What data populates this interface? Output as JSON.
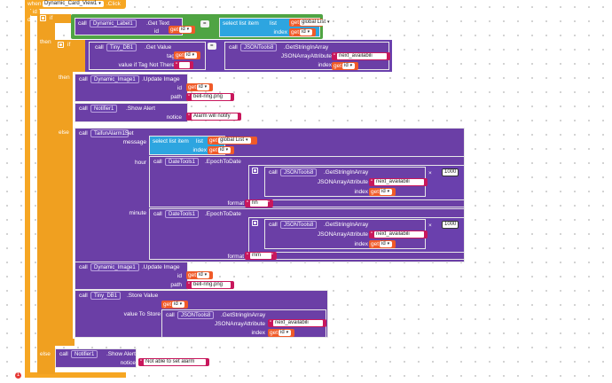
{
  "event": {
    "when": "when",
    "component": "Dynamic_Card_View1",
    "event_name": ".Click",
    "param": "id",
    "do": "do"
  },
  "if_block": {
    "if": "if",
    "then": "then",
    "else": "else",
    "else_if_then": "then"
  },
  "blocks": {
    "call": "call",
    "get": "get",
    "get_text": ".Get Text",
    "id_label": "id",
    "select_list_item": "select list item",
    "list_label": "list",
    "index_label": "index",
    "global_list": "global List",
    "id_var": "id",
    "eq_op": "=",
    "tinydb1": "Tiny_DB1",
    "get_value": ".Get Value",
    "tag_label": "tag",
    "value_if_not_there": "value if Tag Not There",
    "empty_str": "",
    "jsontools": "JSONTools8",
    "get_string_in_array": ".GetStringInArray",
    "json_array_attr": "JSONArrayAttribute",
    "next_availability": "next_availabili",
    "dyn_label": "Dynamic_Label1",
    "dyn_image": "Dynamic_Image1",
    "update_image": ".Update Image",
    "path_label": "path",
    "bell_ring": "bell-ring.png",
    "notifier": "Notifier1",
    "show_alert": ".Show Alert",
    "notice_label": "notice",
    "alarm_will_notify": "Alarm will notify",
    "taifun": "TaifunAlarm1",
    "set": ".Set",
    "message_label": "message",
    "hour_label": "hour",
    "minute_label": "minute",
    "datetools": "DateTools1",
    "epoch_to_date": ".EpochToDate",
    "e_label": "e",
    "format_label": "format",
    "hh": "hh",
    "mm": "mm",
    "mult": "×",
    "thousand": "1000",
    "store_value": ".Store Value",
    "value_to_store": "value To Store",
    "not_able": "Not able to set alarm",
    "close_badge": "1"
  }
}
